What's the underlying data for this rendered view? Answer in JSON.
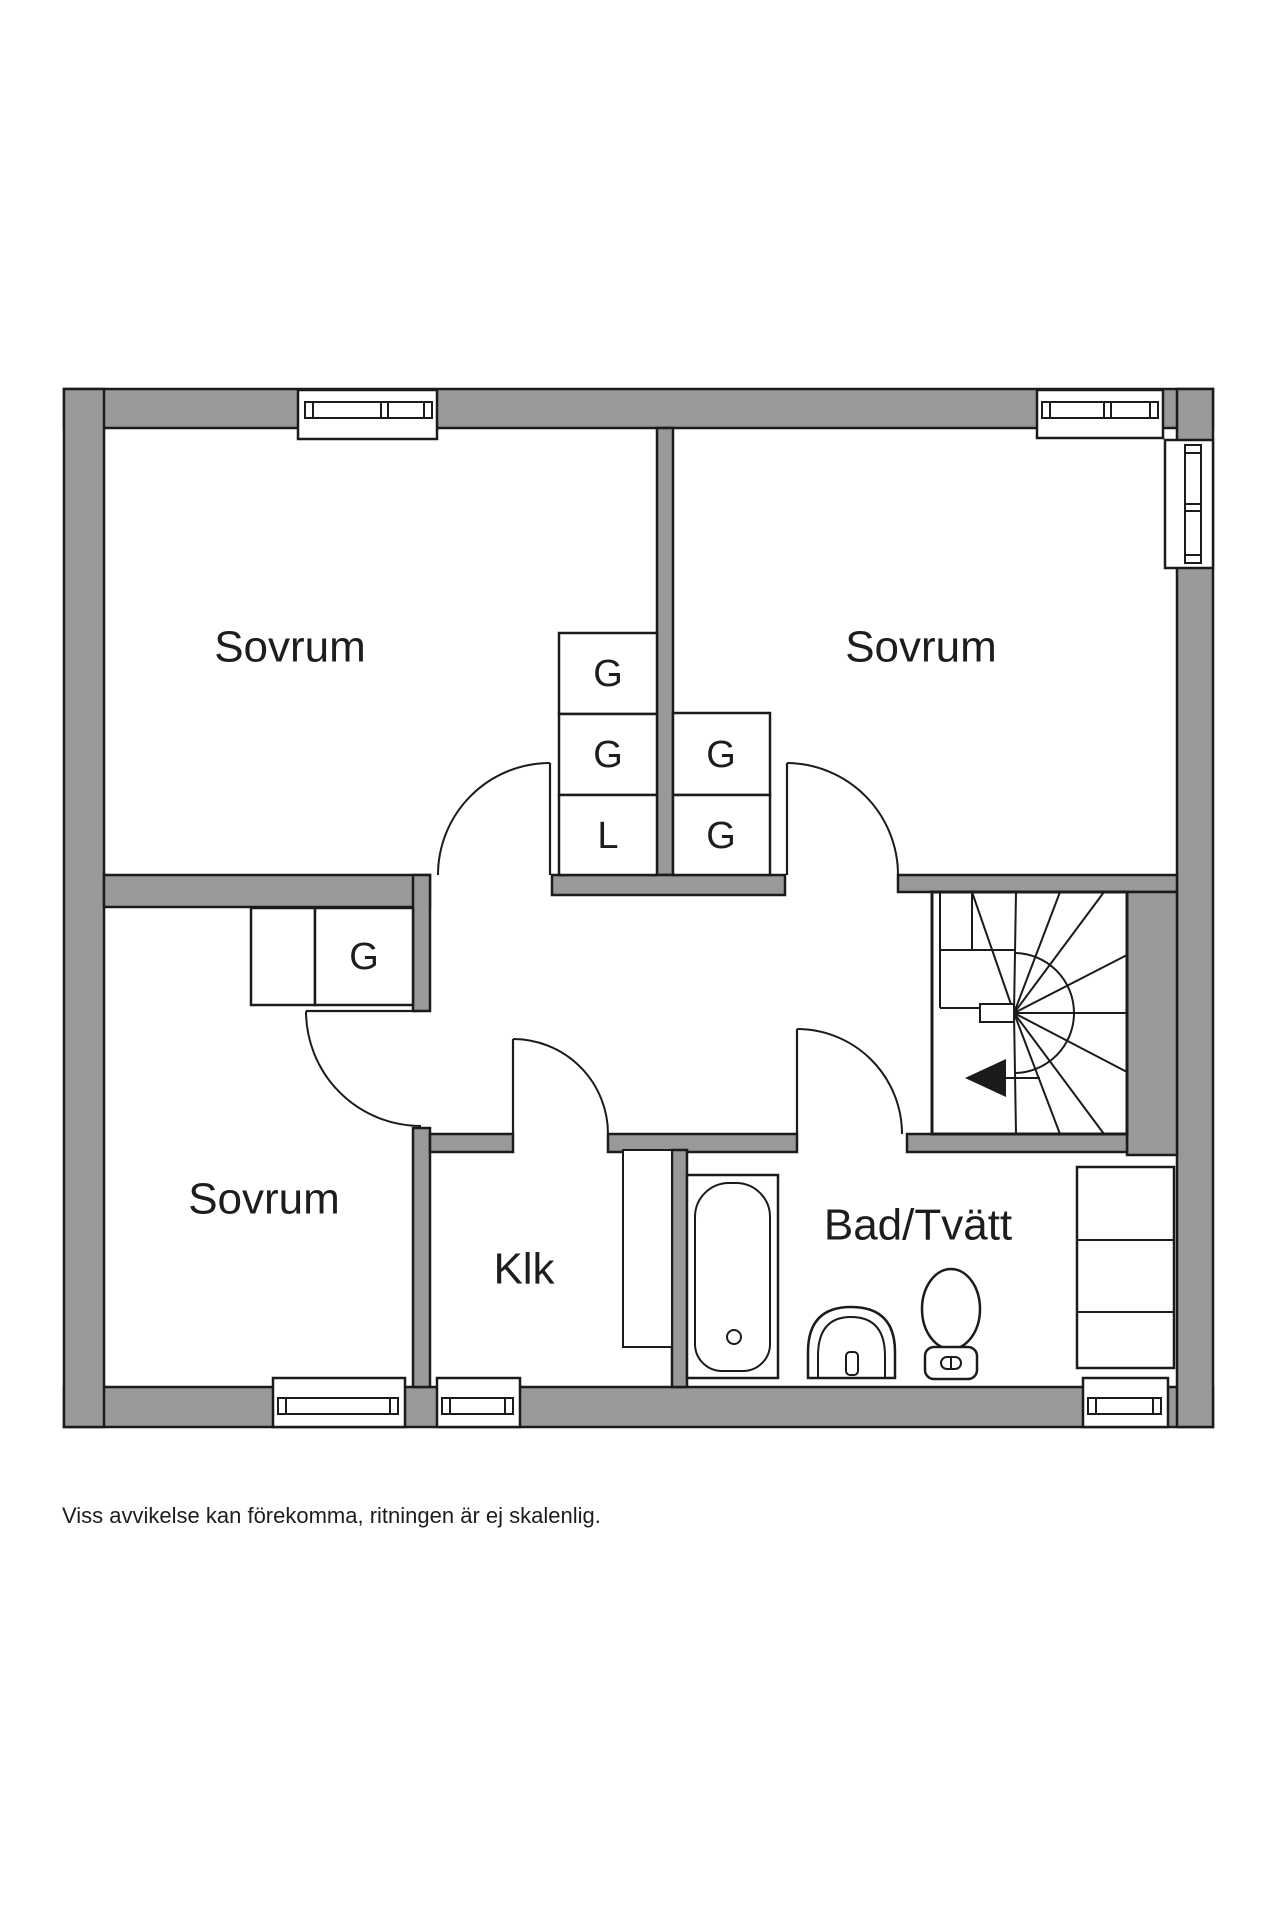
{
  "colors": {
    "wall_fill": "#97999b",
    "line": "#1b1b1b",
    "text": "#1d1d1d",
    "bg": "#ffffff"
  },
  "rooms": {
    "bedroom_top_left": {
      "label": "Sovrum"
    },
    "bedroom_top_right": {
      "label": "Sovrum"
    },
    "bedroom_bottom_left": {
      "label": "Sovrum"
    },
    "closet": {
      "label": "Klk"
    },
    "bathroom": {
      "label": "Bad/Tvätt"
    }
  },
  "storage": {
    "tl_top": {
      "label": "G"
    },
    "tl_mid": {
      "label": "G"
    },
    "tl_bottom": {
      "label": "L"
    },
    "tr_top": {
      "label": "G"
    },
    "tr_bottom": {
      "label": "G"
    },
    "bl": {
      "label": "G"
    }
  },
  "footer": {
    "disclaimer": "Viss avvikelse kan förekomma, ritningen är ej skalenlig."
  }
}
